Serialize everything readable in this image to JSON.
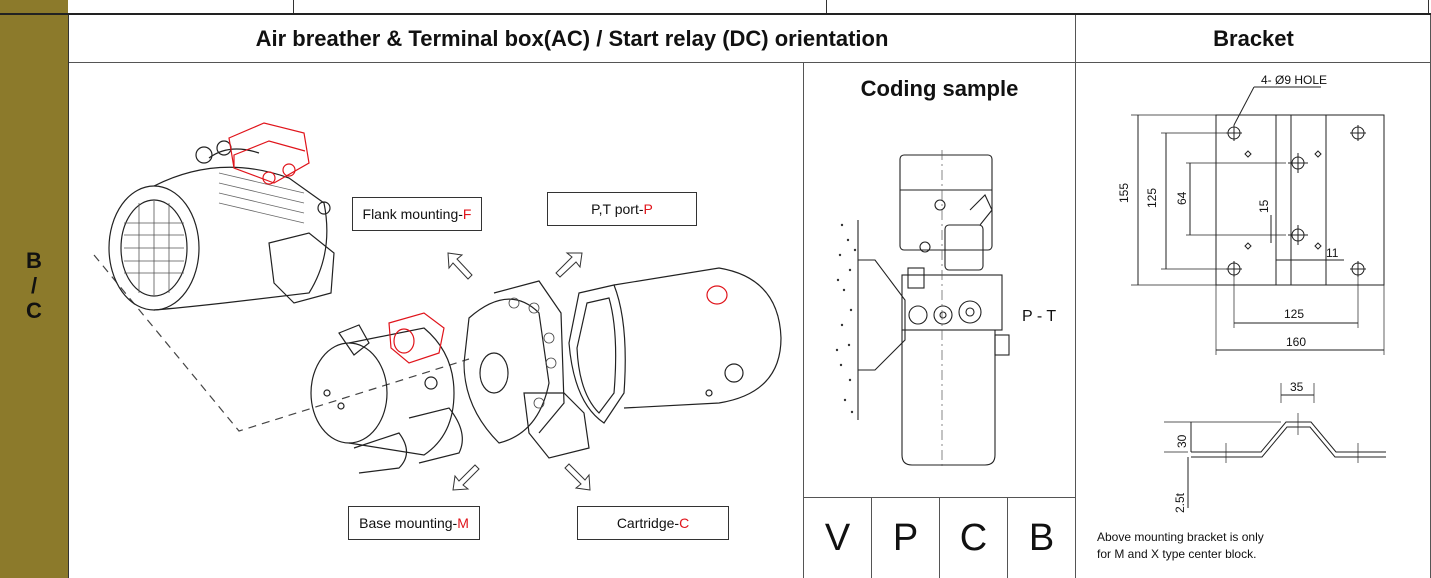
{
  "main_header": "Air breather & Terminal box(AC) /  Start relay (DC) orientation",
  "bracket_header": "Bracket",
  "side_label": [
    "B",
    "/",
    "C"
  ],
  "coding_sample": {
    "title": "Coding sample",
    "port_label": "P - T",
    "codes": [
      "V",
      "P",
      "C",
      "B"
    ]
  },
  "mounting_labels": {
    "flank": {
      "text": "Flank mounting-",
      "code": "F"
    },
    "pt_port": {
      "text": "P,T port-",
      "code": "P"
    },
    "base": {
      "text": "Base mounting-",
      "code": "M"
    },
    "cartridge": {
      "text": "Cartridge-",
      "code": "C"
    }
  },
  "bracket": {
    "hole_label": "4- Ø9 HOLE",
    "dims": {
      "d155": "155",
      "d125v": "125",
      "d64": "64",
      "d15": "15",
      "d11": "11",
      "d125h": "125",
      "d160": "160",
      "d35": "35",
      "d30": "30",
      "d25t": "2.5t"
    },
    "note_line1": "Above mounting bracket is only",
    "note_line2": "for M and X type center block."
  },
  "colors": {
    "olive": "#8c7a2b",
    "accent_red": "#e0141b"
  }
}
